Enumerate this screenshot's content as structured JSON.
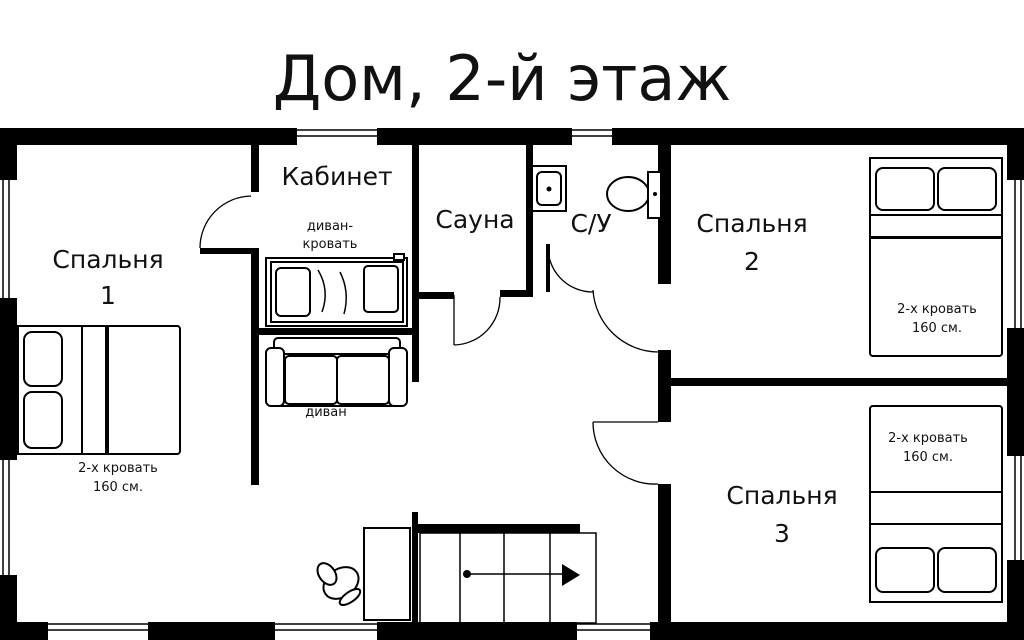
{
  "title": "Дом, 2-й этаж",
  "rooms": {
    "bedroom1": {
      "name": "Спальня",
      "number": "1"
    },
    "bedroom2": {
      "name": "Спальня",
      "number": "2"
    },
    "bedroom3": {
      "name": "Спальня",
      "number": "3"
    },
    "office": {
      "name": "Кабинет"
    },
    "sauna": {
      "name": "Сауна"
    },
    "bathroom": {
      "name": "С/У"
    }
  },
  "furniture": {
    "sofa_bed_line1": "диван-",
    "sofa_bed_line2": "кровать",
    "sofa": "диван",
    "bed1_line1": "2-х кровать",
    "bed1_line2": "160 см.",
    "bed2_line1": "2-х кровать",
    "bed2_line2": "160 см.",
    "bed3_line1": "2-х кровать",
    "bed3_line2": "160 см."
  }
}
